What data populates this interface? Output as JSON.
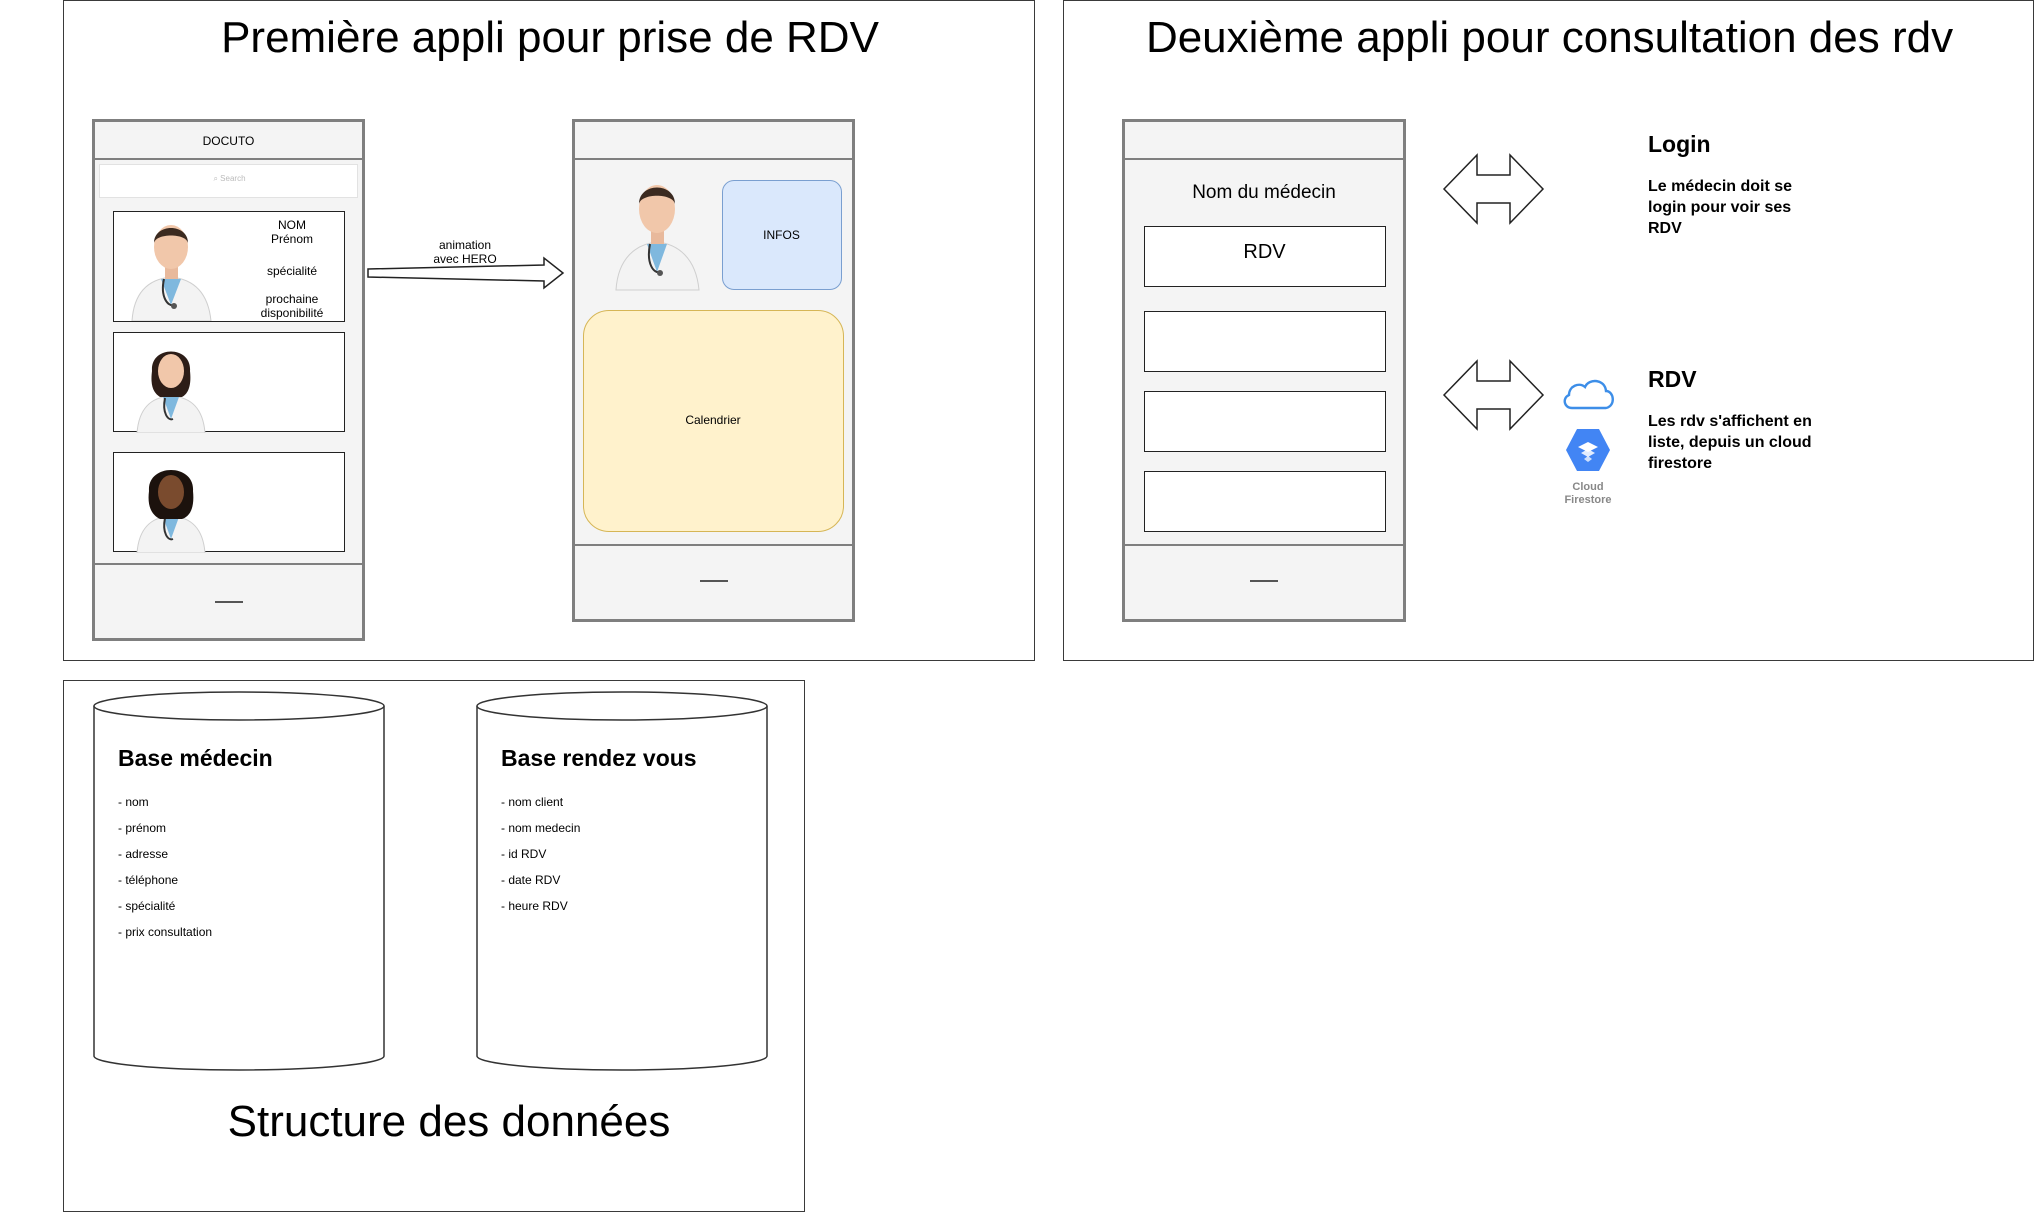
{
  "app1": {
    "title": "Première appli pour prise de RDV",
    "phone1": {
      "header": "DOCUTO",
      "search_placeholder": "Search",
      "card1": {
        "nom": "NOM",
        "prenom": "Prénom",
        "specialite": "spécialité",
        "dispo_1": "prochaine",
        "dispo_2": "disponibilité"
      }
    },
    "arrow_label_1": "animation",
    "arrow_label_2": "avec HERO",
    "phone2": {
      "infos": "INFOS",
      "calendrier": "Calendrier"
    }
  },
  "app2": {
    "title": "Deuxième appli pour consultation des rdv",
    "phone": {
      "doctor_name": "Nom du médecin",
      "rdv_label": "RDV"
    },
    "login": {
      "title": "Login",
      "desc_1": "Le médecin doit se",
      "desc_2": "login pour voir ses",
      "desc_3": "RDV"
    },
    "rdv": {
      "title": "RDV",
      "desc_1": "Les rdv s'affichent en",
      "desc_2": "liste, depuis un cloud",
      "desc_3": "firestore"
    },
    "firestore_logo_1": "Cloud",
    "firestore_logo_2": "Firestore"
  },
  "data_structure": {
    "title": "Structure des données",
    "db_medecin": {
      "title": "Base médecin",
      "fields": [
        "- nom",
        "- prénom",
        "- adresse",
        "- téléphone",
        "- spécialité",
        "- prix consultation"
      ]
    },
    "db_rdv": {
      "title": "Base rendez vous",
      "fields": [
        "- nom client",
        "- nom medecin",
        "- id RDV",
        "- date RDV",
        "- heure RDV"
      ]
    }
  }
}
